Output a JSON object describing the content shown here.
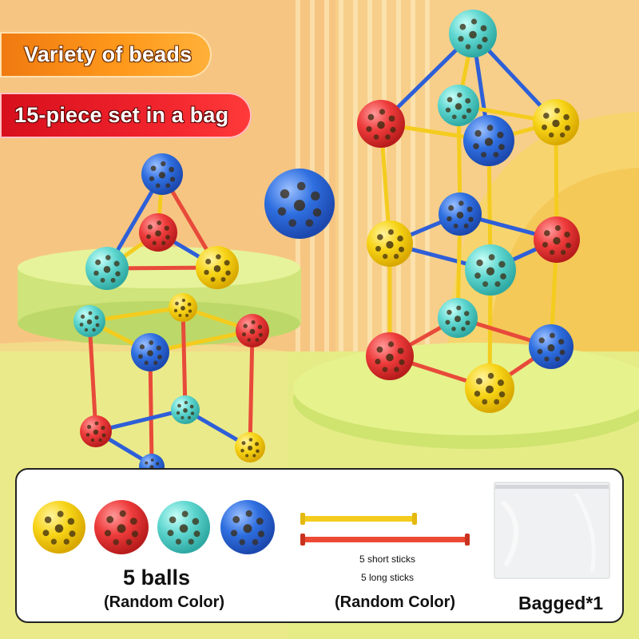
{
  "banners": {
    "variety": "Variety of beads",
    "set": "15-piece set in a bag"
  },
  "contents": {
    "balls_count": "5 balls",
    "balls_color": "(Random Color)",
    "sticks_short": "5 short sticks",
    "sticks_long": "5 long sticks",
    "sticks_color": "(Random Color)",
    "bag": "Bagged*1"
  },
  "colors": {
    "yellow_bead": "#f7d417",
    "red_bead": "#ee3b3b",
    "cyan_bead": "#5ed6cf",
    "blue_bead": "#2f6fe0",
    "orange_banner": "#ff9a1c",
    "red_banner": "#f0232c"
  },
  "icons": [
    "yellow-bead-icon",
    "red-bead-icon",
    "cyan-bead-icon",
    "blue-bead-icon",
    "yellow-stick-icon",
    "red-stick-icon",
    "zip-bag-icon"
  ]
}
